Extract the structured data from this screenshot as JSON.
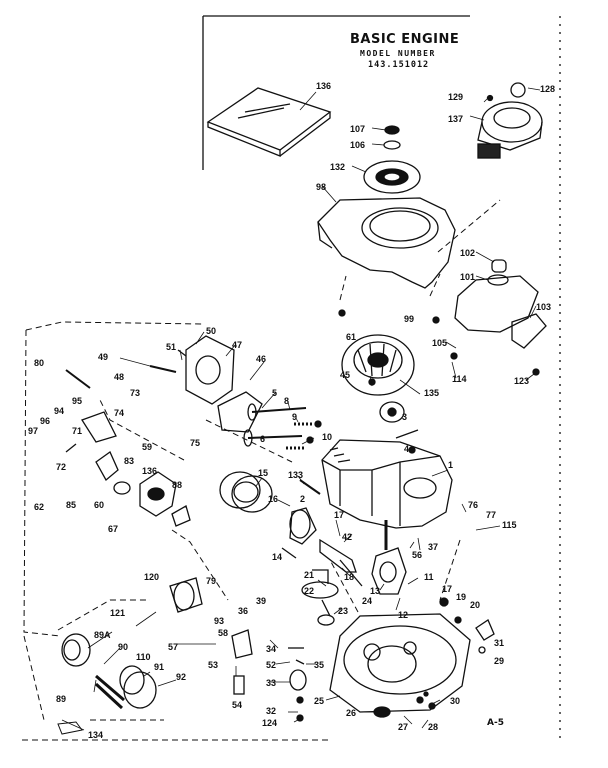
{
  "header": {
    "title": "BASIC ENGINE",
    "model_label": "MODEL NUMBER",
    "model_number": "143.151012"
  },
  "page_ref": "A-5",
  "callouts": [
    "136",
    "129",
    "128",
    "137",
    "107",
    "106",
    "132",
    "98",
    "102",
    "101",
    "103",
    "61",
    "99",
    "105",
    "114",
    "123",
    "50",
    "51",
    "47",
    "48",
    "49",
    "46",
    "80",
    "95",
    "74",
    "73",
    "94",
    "96",
    "97",
    "71",
    "72",
    "59",
    "75",
    "83",
    "85",
    "62",
    "60",
    "136",
    "88",
    "67",
    "45",
    "135",
    "5",
    "8",
    "9",
    "10",
    "6",
    "4",
    "1",
    "3",
    "15",
    "133",
    "16",
    "2",
    "14",
    "17",
    "42",
    "18",
    "76",
    "77",
    "115",
    "56",
    "37",
    "120",
    "79",
    "21",
    "22",
    "13",
    "11",
    "39",
    "36",
    "93",
    "121",
    "24",
    "12",
    "23",
    "17",
    "19",
    "20",
    "58",
    "57",
    "31",
    "29",
    "89A",
    "90",
    "53",
    "52",
    "34",
    "35",
    "110",
    "91",
    "92",
    "33",
    "54",
    "89",
    "32",
    "124",
    "25",
    "26",
    "27",
    "28",
    "30",
    "134"
  ]
}
